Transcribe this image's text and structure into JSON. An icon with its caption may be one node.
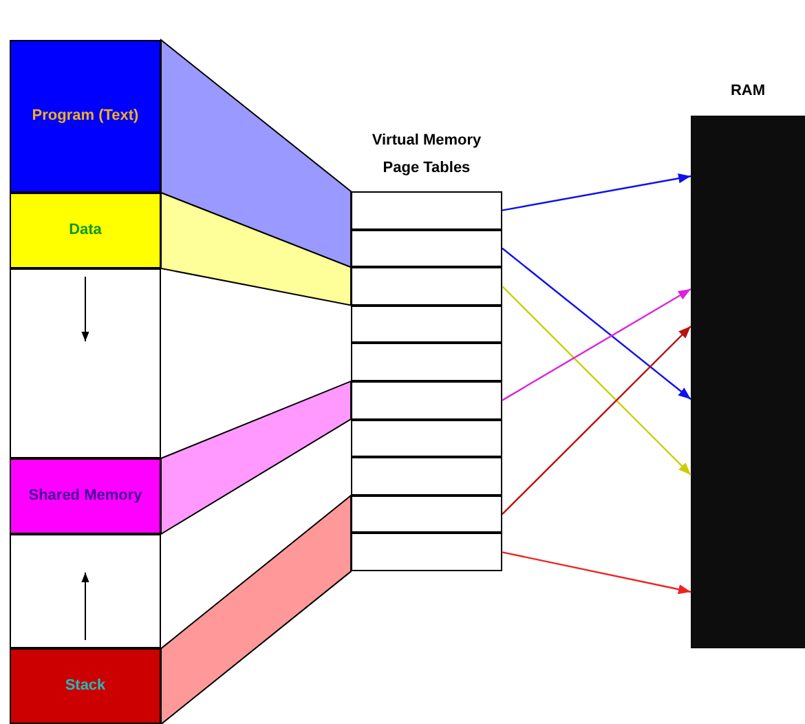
{
  "diagram": {
    "nodes": [
      {
        "text": [
          "Program (Text)"
        ]
      },
      {
        "text": [
          "Data"
        ]
      },
      {
        "text": [],
        "shape": "box"
      },
      {
        "text": [
          "Shared Memory"
        ]
      },
      {
        "text": [],
        "shape": "box"
      },
      {
        "text": [
          "Stack"
        ]
      },
      {
        "text": [
          "Virtual Memory Page Tables"
        ]
      },
      {
        "text": [],
        "shape": "box",
        "in": 6
      },
      {
        "text": [],
        "shape": "box",
        "in": 6
      },
      {
        "text": [],
        "shape": "box",
        "in": 6
      },
      {
        "text": [],
        "shape": "box",
        "in": 6
      },
      {
        "text": [],
        "shape": "box",
        "in": 6
      },
      {
        "text": [],
        "shape": "box",
        "in": 6
      },
      {
        "text": [],
        "shape": "box",
        "in": 6
      },
      {
        "text": [],
        "shape": "box",
        "in": 6
      },
      {
        "text": [],
        "shape": "box",
        "in": 6
      },
      {
        "text": [],
        "shape": "box",
        "in": 6
      },
      {
        "text": [
          "RAM"
        ]
      },
      {
        "text": [],
        "shape": "band"
      },
      {
        "text": [],
        "shape": "band"
      },
      {
        "text": [],
        "shape": "band"
      },
      {
        "text": [],
        "shape": "band"
      }
    ],
    "edges": [
      {
        "from": 7,
        "to": 17,
        "arrow": "to",
        "color": "#1010ee"
      },
      {
        "from": 8,
        "to": 17,
        "arrow": "to",
        "color": "#1010ee"
      },
      {
        "from": 9,
        "to": 17,
        "arrow": "to",
        "color": "#cccc00"
      },
      {
        "from": 12,
        "to": 17,
        "arrow": "to",
        "color": "#dd22dd"
      },
      {
        "from": 15,
        "to": 17,
        "arrow": "to",
        "color": "#bb1111"
      },
      {
        "from": 16,
        "to": 17,
        "arrow": "to",
        "color": "#ee2222"
      }
    ]
  }
}
